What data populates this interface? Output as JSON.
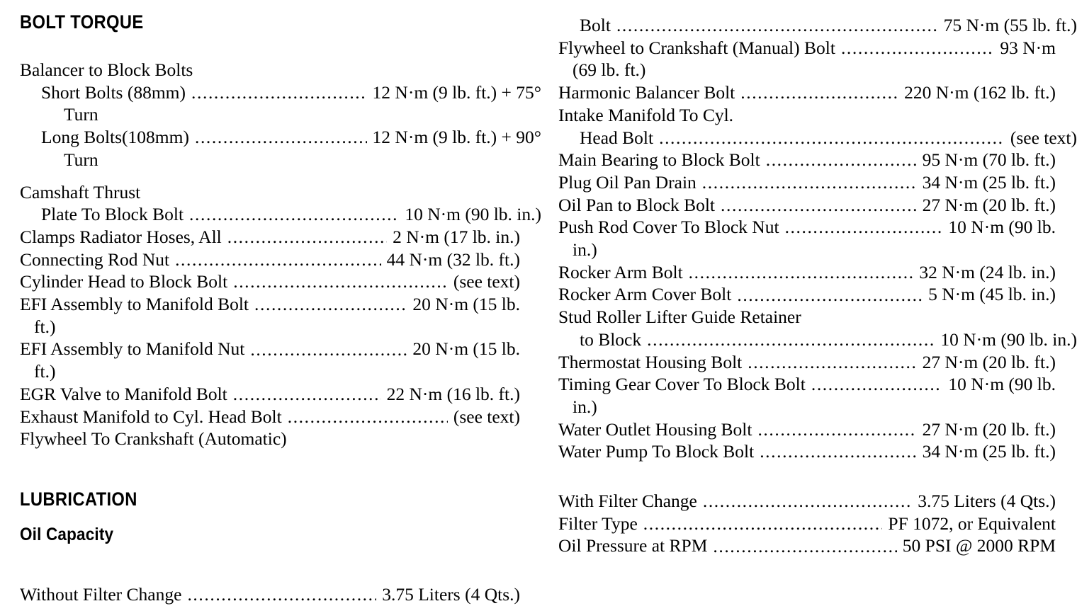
{
  "sections": {
    "bolt_torque_heading": "BOLT TORQUE",
    "lubrication_heading": "LUBRICATION",
    "oil_capacity_heading": "Oil Capacity"
  },
  "left_column": {
    "group_balancer": {
      "title": "Balancer to Block Bolts",
      "rows": [
        {
          "label": "Short Bolts (88mm)",
          "value": "12 N·m (9 lb. ft.) + 75°"
        },
        {
          "label": "Turn"
        },
        {
          "label": "Long Bolts(108mm)",
          "value": "12 N·m (9 lb. ft.) + 90°"
        },
        {
          "label": "Turn"
        }
      ]
    },
    "group_camshaft": {
      "title": "Camshaft Thrust",
      "rows": [
        {
          "label": "Plate To Block Bolt",
          "value": "10 N·m (90 lb. in.)"
        }
      ]
    },
    "rows": [
      {
        "label": "Clamps Radiator Hoses, All",
        "value": "2 N·m (17 lb. in.)"
      },
      {
        "label": "Connecting Rod Nut",
        "value": "44 N·m (32 lb. ft.)"
      },
      {
        "label": "Cylinder Head to Block Bolt",
        "value": "(see text)"
      },
      {
        "label": "EFI Assembly to Manifold Bolt",
        "value": "20 N·m (15 lb.",
        "wrap": "ft.)"
      },
      {
        "label": "EFI Assembly to Manifold Nut",
        "value": "20 N·m (15 lb.",
        "wrap": "ft.)"
      },
      {
        "label": "EGR Valve to Manifold Bolt",
        "value": "22 N·m (16 lb. ft.)"
      },
      {
        "label": "Exhaust Manifold to Cyl. Head Bolt",
        "value": "(see text)"
      },
      {
        "label": "Flywheel To Crankshaft (Automatic)"
      }
    ],
    "oil_capacity_rows": [
      {
        "label": "Without Filter Change",
        "value": "3.75 Liters (4 Qts.)"
      }
    ]
  },
  "right_column": {
    "rows": [
      {
        "label": "Bolt",
        "value": "75 N·m (55 lb. ft.)",
        "indent": 1
      },
      {
        "label": "Flywheel to Crankshaft (Manual) Bolt",
        "value": "93 N·m",
        "wrap": "(69 lb. ft.)",
        "indent": 0
      },
      {
        "label": "Harmonic Balancer Bolt",
        "value": "220 N·m (162 lb. ft.)",
        "indent": 0
      },
      {
        "label": "Intake Manifold To Cyl.",
        "indent": 0
      },
      {
        "label": "Head Bolt",
        "value": "(see text)",
        "indent": 1
      },
      {
        "label": "Main Bearing to Block Bolt",
        "value": "95 N·m (70 lb. ft.)",
        "indent": 0
      },
      {
        "label": "Plug Oil Pan Drain",
        "value": "34 N·m (25 lb. ft.)",
        "indent": 0
      },
      {
        "label": "Oil Pan to Block Bolt",
        "value": "27 N·m (20 lb. ft.)",
        "indent": 0
      },
      {
        "label": "Push Rod Cover To Block Nut",
        "value": "10 N·m (90 lb.",
        "wrap": "in.)",
        "indent": 0
      },
      {
        "label": "Rocker Arm Bolt",
        "value": "32 N·m (24 lb. in.)",
        "indent": 0
      },
      {
        "label": "Rocker Arm Cover Bolt",
        "value": "5 N·m (45 lb. in.)",
        "indent": 0
      },
      {
        "label": "Stud Roller Lifter Guide Retainer",
        "indent": 0
      },
      {
        "label": "to Block",
        "value": "10 N·m (90 lb. in.)",
        "indent": 1
      },
      {
        "label": "Thermostat Housing Bolt",
        "value": "27 N·m (20 lb. ft.)",
        "indent": 0
      },
      {
        "label": "Timing Gear Cover To Block Bolt",
        "value": "10 N·m (90 lb.",
        "wrap": "in.)",
        "indent": 0
      },
      {
        "label": "Water Outlet Housing Bolt",
        "value": "27 N·m (20 lb. ft.)",
        "indent": 0
      },
      {
        "label": "Water Pump To Block Bolt",
        "value": "34 N·m (25 lb. ft.)",
        "indent": 0
      }
    ],
    "lubrication_rows": [
      {
        "label": "With Filter Change",
        "value": "3.75 Liters (4 Qts.)"
      },
      {
        "label": "Filter Type",
        "value": "PF 1072, or Equivalent"
      },
      {
        "label": "Oil Pressure at RPM",
        "value": "50 PSI @ 2000 RPM"
      }
    ]
  }
}
